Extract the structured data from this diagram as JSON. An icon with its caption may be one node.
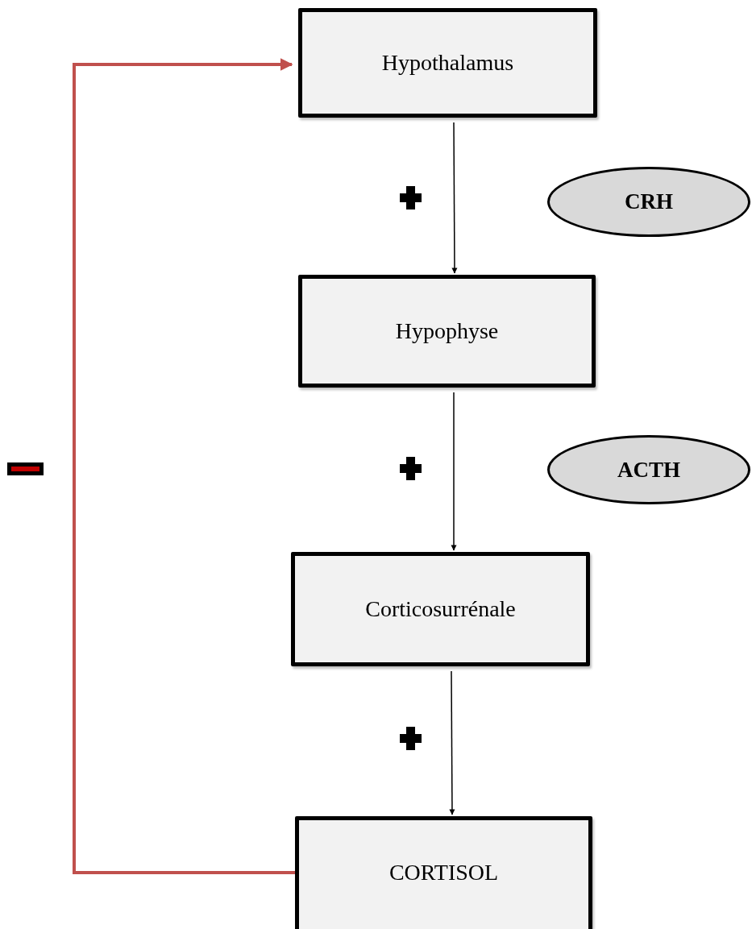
{
  "diagram": {
    "nodes": [
      {
        "text": [
          "Hypothalamus"
        ]
      },
      {
        "text": [
          "CRH"
        ]
      },
      {
        "text": [
          "Hypophyse"
        ]
      },
      {
        "text": [
          "ACTH"
        ]
      },
      {
        "text": [
          "Corticosurrénale"
        ]
      },
      {
        "text": [
          "CORTISOL"
        ]
      }
    ],
    "edges": [
      {
        "from": 0,
        "to": 2,
        "arrow": "to"
      },
      {
        "from": 2,
        "to": 4,
        "arrow": "to"
      },
      {
        "from": 4,
        "to": 5,
        "arrow": "to"
      },
      {
        "from": 5,
        "to": 0,
        "arrow": "to",
        "style": "thick",
        "color": "#c0504d"
      }
    ]
  }
}
